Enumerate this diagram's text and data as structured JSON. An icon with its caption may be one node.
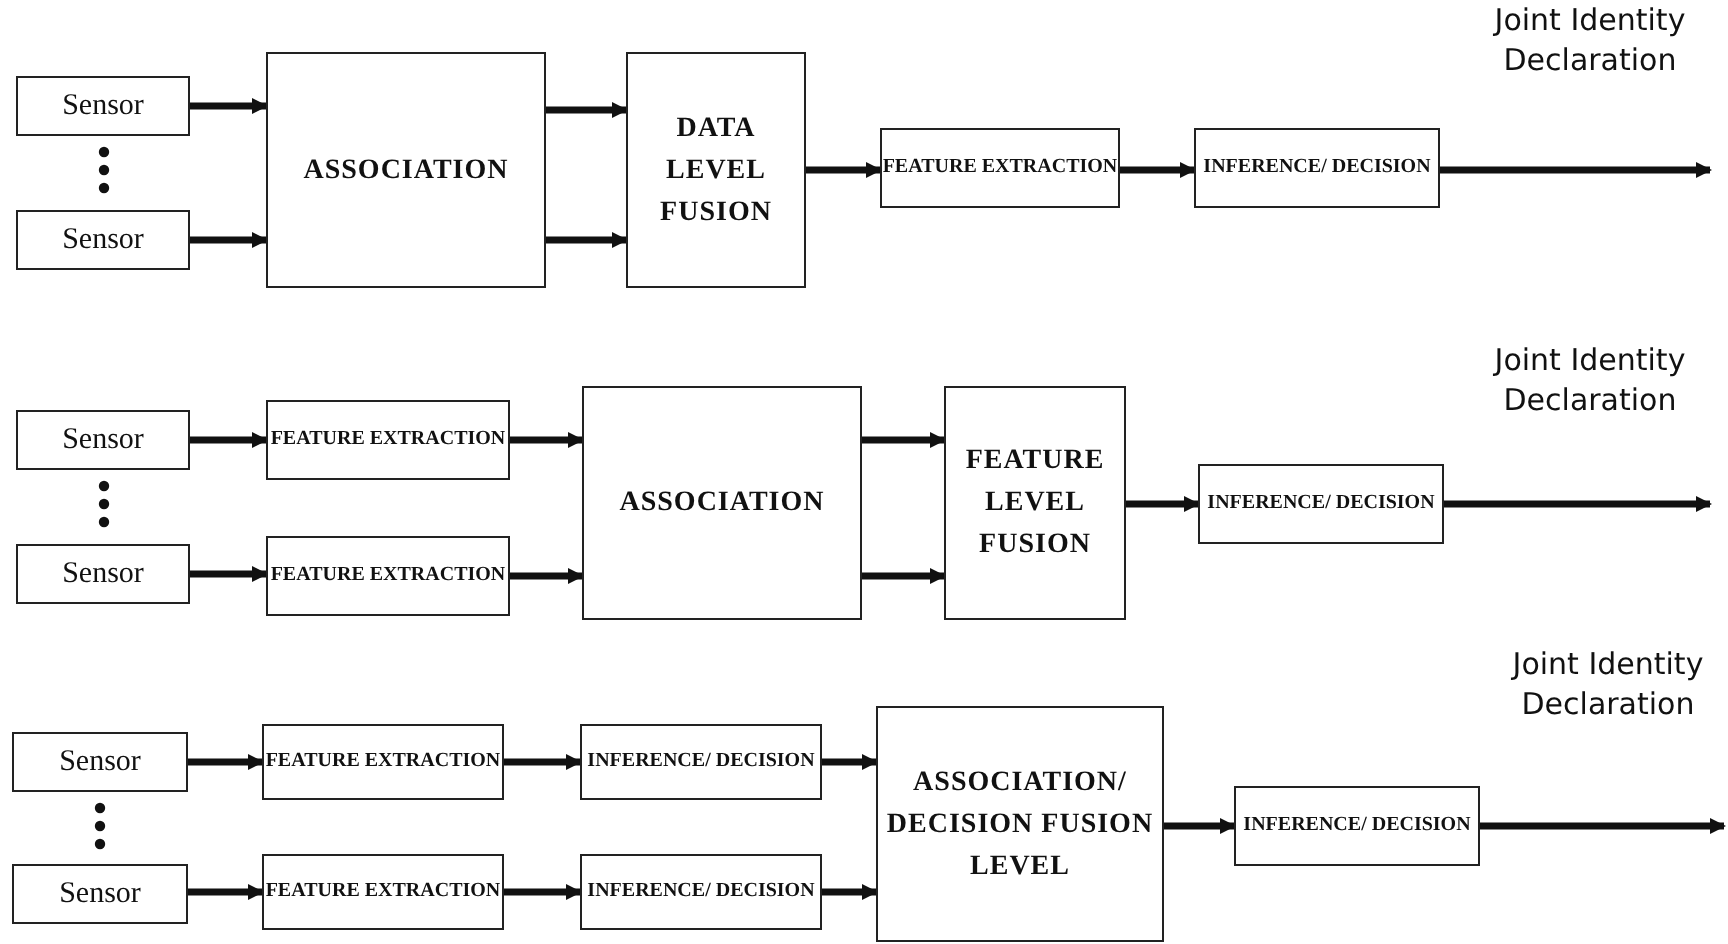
{
  "diagram": {
    "nodes": [
      {
        "text": [
          "Sensor"
        ]
      },
      {
        "text": [
          "Sensor"
        ]
      },
      {
        "text": [
          "ASSOCIATION"
        ]
      },
      {
        "text": [
          "DATA LEVEL FUSION"
        ]
      },
      {
        "text": [
          "FEATURE EXTRACTION"
        ]
      },
      {
        "text": [
          "INFERENCE/ DECISION"
        ]
      },
      {
        "text": [
          "Sensor"
        ]
      },
      {
        "text": [
          "Sensor"
        ]
      },
      {
        "text": [
          "FEATURE EXTRACTION"
        ]
      },
      {
        "text": [
          "FEATURE EXTRACTION"
        ]
      },
      {
        "text": [
          "ASSOCIATION"
        ]
      },
      {
        "text": [
          "FEATURE LEVEL FUSION"
        ]
      },
      {
        "text": [
          "INFERENCE/ DECISION"
        ]
      },
      {
        "text": [
          "Sensor"
        ]
      },
      {
        "text": [
          "Sensor"
        ]
      },
      {
        "text": [
          "FEATURE EXTRACTION"
        ]
      },
      {
        "text": [
          "FEATURE EXTRACTION"
        ]
      },
      {
        "text": [
          "INFERENCE/ DECISION"
        ]
      },
      {
        "text": [
          "INFERENCE/ DECISION"
        ]
      },
      {
        "text": [
          "ASSOCIATION/ DECISION FUSION LEVEL"
        ]
      },
      {
        "text": [
          "INFERENCE/ DECISION"
        ]
      }
    ],
    "edges": [
      {
        "from": 0,
        "to": 2,
        "arrow": "to"
      },
      {
        "from": 1,
        "to": 2,
        "arrow": "to"
      },
      {
        "from": 2,
        "to": 3,
        "arrow": "to"
      },
      {
        "from": 2,
        "to": 3,
        "arrow": "to"
      },
      {
        "from": 3,
        "to": 4,
        "arrow": "to"
      },
      {
        "from": 4,
        "to": 5,
        "arrow": "to"
      },
      {
        "from": 5,
        "to": null,
        "arrow": "to"
      },
      {
        "from": 6,
        "to": 8,
        "arrow": "to"
      },
      {
        "from": 7,
        "to": 9,
        "arrow": "to"
      },
      {
        "from": 8,
        "to": 10,
        "arrow": "to"
      },
      {
        "from": 9,
        "to": 10,
        "arrow": "to"
      },
      {
        "from": 10,
        "to": 11,
        "arrow": "to"
      },
      {
        "from": 10,
        "to": 11,
        "arrow": "to"
      },
      {
        "from": 11,
        "to": 12,
        "arrow": "to"
      },
      {
        "from": 12,
        "to": null,
        "arrow": "to"
      },
      {
        "from": 13,
        "to": 15,
        "arrow": "to"
      },
      {
        "from": 14,
        "to": 16,
        "arrow": "to"
      },
      {
        "from": 15,
        "to": 17,
        "arrow": "to"
      },
      {
        "from": 16,
        "to": 18,
        "arrow": "to"
      },
      {
        "from": 17,
        "to": 19,
        "arrow": "to"
      },
      {
        "from": 18,
        "to": 19,
        "arrow": "to"
      },
      {
        "from": 19,
        "to": 20,
        "arrow": "to"
      },
      {
        "from": 20,
        "to": null,
        "arrow": "to"
      }
    ],
    "labels": [
      "Joint Identity Declaration",
      "Joint Identity Declaration",
      "Joint Identity Declaration"
    ]
  }
}
